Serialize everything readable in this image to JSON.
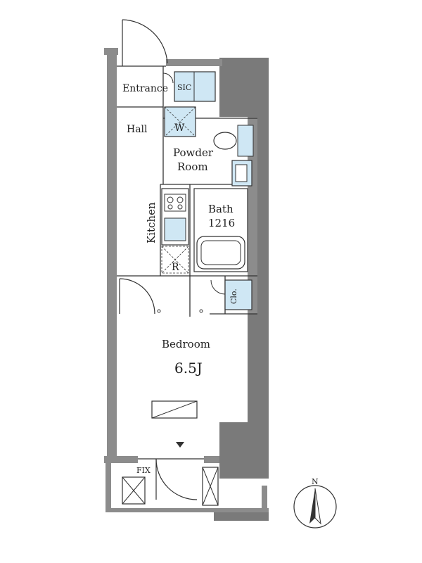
{
  "plan": {
    "rooms": {
      "entrance": "Entrance",
      "sic": "SIC",
      "hall": "Hall",
      "washer": "W",
      "powder_room_line1": "Powder",
      "powder_room_line2": "Room",
      "kitchen": "Kitchen",
      "bath": "Bath",
      "bath_size": "1216",
      "refrigerator": "R",
      "closet": "Clo.",
      "bedroom": "Bedroom",
      "bedroom_size": "6.5J",
      "fix_window": "FIX"
    },
    "compass_label": "N",
    "colors": {
      "wall": "#8c8c8c",
      "wall_dark": "#7a7a7a",
      "storage_fill": "#cfe7f4",
      "line": "#333333"
    }
  }
}
